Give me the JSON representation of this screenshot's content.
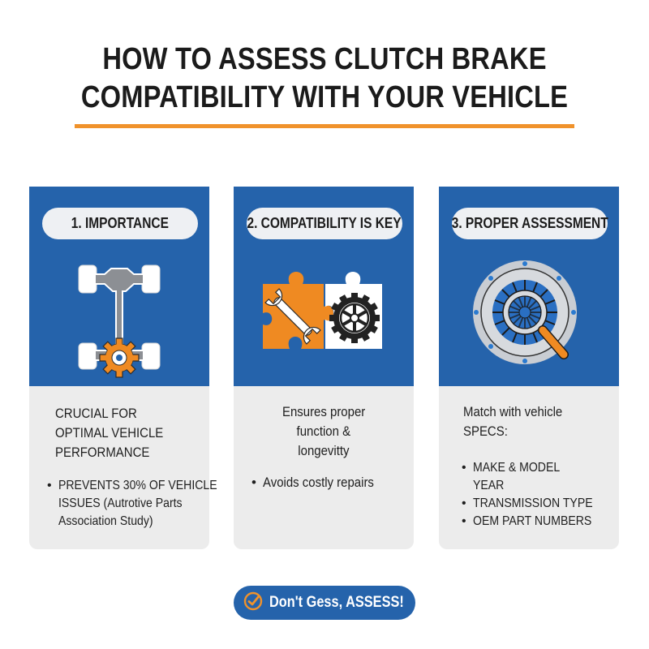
{
  "header": {
    "title_line1": "HOW TO ASSESS CLUTCH BRAKE",
    "title_line2": "COMPATIBILITY WITH YOUR VEHICLE"
  },
  "colors": {
    "primary_blue": "#2563ab",
    "accent_orange": "#f0922b",
    "card_body_gray": "#ececec",
    "pill_bg": "#eef0f3",
    "text_dark": "#1d1d1d"
  },
  "cards": [
    {
      "heading": "1. IMPORTANCE",
      "icon": "vehicle-drivetrain-gear-icon",
      "lead_lines": [
        "CRUCIAL FOR",
        "OPTIMAL VEHICLE",
        "PERFORMANCE"
      ],
      "bullets": [
        {
          "lines": [
            "PREVENTS 30% OF VEHICLE",
            "ISSUES (Autrotive Parts",
            "Association Study)"
          ]
        }
      ]
    },
    {
      "heading": "2. COMPATIBILITY IS KEY",
      "icon": "puzzle-wrench-gear-icon",
      "lead_lines": [
        "Ensures proper",
        "function &",
        "longevitty"
      ],
      "bullets": [
        {
          "lines": [
            "Avoids costly repairs"
          ]
        }
      ]
    },
    {
      "heading": "3. PROPER ASSESSMENT",
      "icon": "clutch-plate-magnifier-icon",
      "lead_lines": [
        "Match with vehicle",
        "SPECS:"
      ],
      "bullets": [
        {
          "lines": [
            "MAKE & MODEL",
            "YEAR"
          ]
        },
        {
          "lines": [
            "TRANSMISSION TYPE"
          ]
        },
        {
          "lines": [
            "OEM PART NUMBERS"
          ]
        }
      ]
    }
  ],
  "cta": {
    "label": "Don't Gess, ASSESS!",
    "icon": "check-circle-icon"
  }
}
